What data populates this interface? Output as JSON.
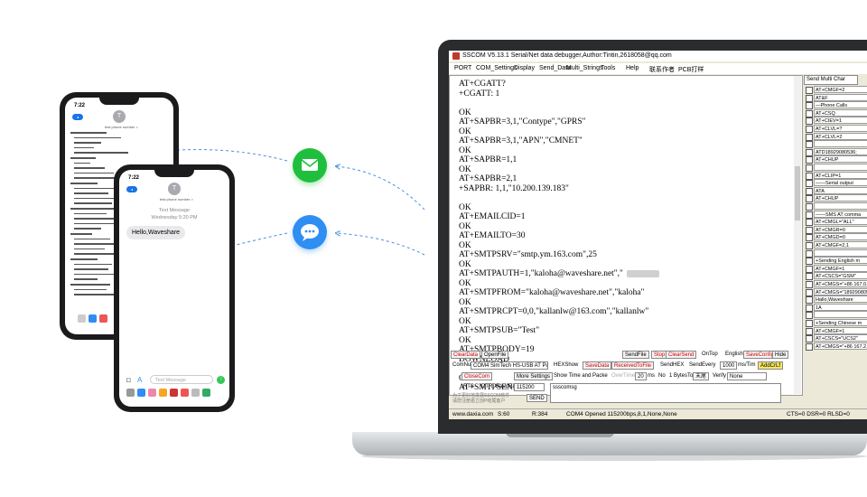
{
  "window": {
    "title": "SSCOM V5.13.1 Serial/Net data debugger,Author:Tintin,2618058@qq.com",
    "menu": [
      "PORT",
      "COM_Settings",
      "Display",
      "Send_Data",
      "Multi_Strings",
      "Tools",
      "Help",
      "联系作者",
      "PCB打样"
    ]
  },
  "terminal": {
    "lines": [
      "AT+CGATT?",
      "+CGATT: 1",
      "",
      "OK",
      "AT+SAPBR=3,1,\"Contype\",\"GPRS\"",
      "OK",
      "AT+SAPBR=3,1,\"APN\",\"CMNET\"",
      "OK",
      "AT+SAPBR=1,1",
      "OK",
      "AT+SAPBR=2,1",
      "+SAPBR: 1,1,\"10.200.139.183\"",
      "",
      "OK",
      "AT+EMAILCID=1",
      "OK",
      "AT+EMAILTO=30",
      "OK",
      "AT+SMTPSRV=\"smtp.ym.163.com\",25",
      "OK",
      "AT+SMTPAUTH=1,\"kaloha@waveshare.net\",\"",
      "OK",
      "AT+SMTPFROM=\"kaloha@waveshare.net\",\"kaloha\"",
      "OK",
      "AT+SMTPRCPT=0,0,\"kallanlw@163.com\",\"kallanlw\"",
      "OK",
      "AT+SMTPSUB=\"Test\"",
      "OK",
      "AT+SMTPBODY=19",
      "DOWNLOAD",
      "",
      "OK",
      "AT+SMTPSEND"
    ]
  },
  "right_panel": {
    "tab": "Send Multi Char",
    "rows": [
      "AT+CMGF=2",
      "AT&F",
      "—Phone Calls",
      "AT+CSQ",
      "AT+CIEV=1",
      "AT+CLVL=?",
      "AT+CLVL=2",
      "",
      "ATD18929080536;",
      "AT+CHUP",
      "",
      "AT+CLIP=1",
      "——Serial output",
      "ATA",
      "AT+CHUP",
      "",
      "——SMS AT comma",
      "AT+CMGL=\"ALL\"",
      "AT+CMGR=0",
      "AT+CMGD=0",
      "AT+CMGF=2,1",
      "",
      "+Sending English m",
      "AT+CMGF=1",
      "AT+CSCS=\"GSM\"",
      "AT+CMGS=\"+86 167.0.",
      "AT+CMGS=\"189290805",
      "Hallo,Waveshare",
      "1A",
      "",
      "+Sending Chinese m",
      "AT+CMGF=1",
      "AT+CSCS=\"UCS2\"",
      "AT+CMGS=\"+86 167.2.29"
    ]
  },
  "controls": {
    "clear_data": "ClearData",
    "open_file": "OpenFile",
    "send_file": "SendFile",
    "stop": "Stop",
    "clear_send": "ClearSend",
    "on_top": "OnTop",
    "english": "English",
    "save_config": "SaveConfig",
    "hide": "Hide",
    "comnum_label": "ComNum",
    "comnum_value": "COM4 SimTech HS-USB AT Por",
    "hex_show": "HEXShow",
    "save_data": "SaveData",
    "received_to_file": "ReceivedToFile",
    "send_hex": "SendHEX",
    "send_every": "SendEvery",
    "send_every_value": "1000",
    "send_every_unit": "ms/Tim",
    "add_crlf": "AddCrLf",
    "close_com": "CloseCom",
    "more_settings": "More Settings",
    "show_time": "Show Time and Packe",
    "overtime": "OverTime",
    "overtime_value": "20",
    "overtime_unit": "ms",
    "no": "No",
    "bytes_to": "1 BytesTo",
    "bytes_to_value": "末尾",
    "verify": "Verify",
    "verify_value": "None",
    "rts": "RTS",
    "dtr": "DTR",
    "baudrate_label": "BaudRat",
    "baudrate_value": "115200",
    "send_input": "ssscomsg",
    "send_button": "SEND",
    "promo_1": "为了更好地发展SSCOM软件",
    "promo_2": "请您注册嘉立创P结尾客户"
  },
  "status": {
    "website": "www.daxia.com",
    "s": "S:60",
    "r": "R:384",
    "port_state": "COM4 Opened  115200bps,8,1,None,None",
    "lines": "CTS=0 DSR=0 RLSD=0"
  },
  "phone_back": {
    "time": "7:22",
    "contact_initial": "T",
    "contact_name": "test phone number >"
  },
  "phone_front": {
    "time": "7:22",
    "contact_initial": "T",
    "contact_name": "test phone number >",
    "meta_1": "Text Message",
    "meta_2": "Wednesday 5:20 PM",
    "message": "Hello,Waveshare",
    "input_placeholder": "Text Message"
  },
  "icons": {
    "mail": "mail-icon",
    "chat": "chat-icon",
    "mail_color": "#1fbf3d",
    "chat_color": "#2f8ef2"
  }
}
